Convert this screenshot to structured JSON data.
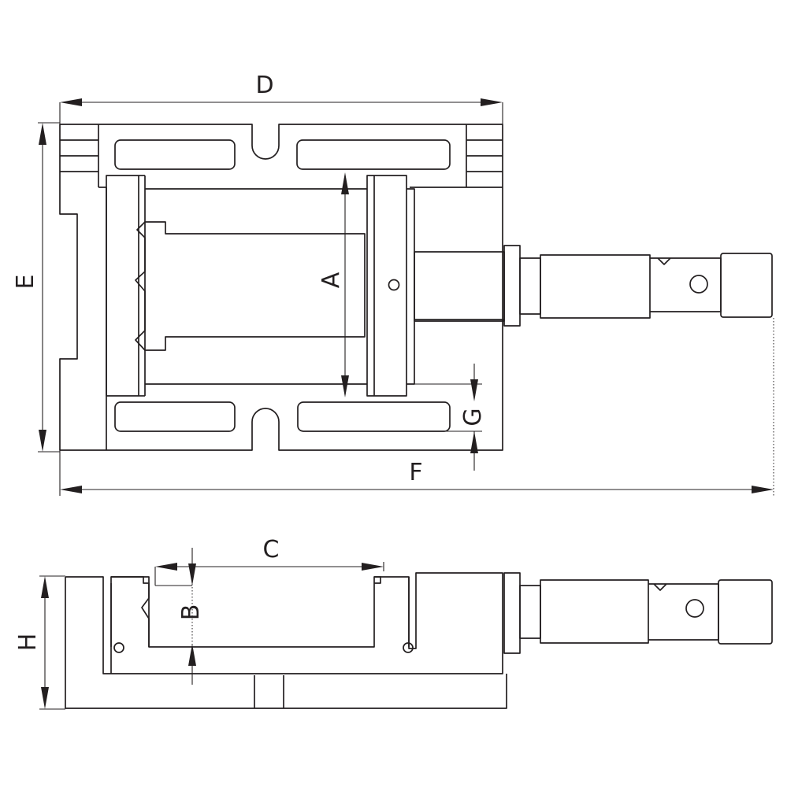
{
  "labels": {
    "A": "A",
    "B": "B",
    "C": "C",
    "D": "D",
    "E": "E",
    "F": "F",
    "G": "G",
    "H": "H"
  },
  "colors": {
    "line": "#231f20",
    "background": "#ffffff"
  }
}
